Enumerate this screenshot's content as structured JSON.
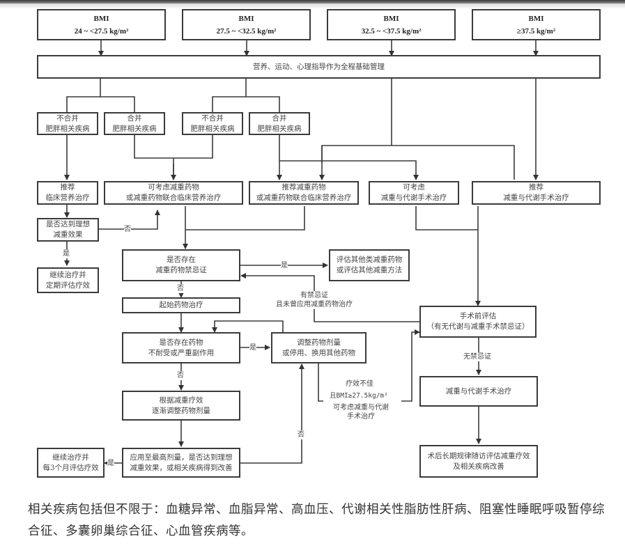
{
  "bmi_boxes": [
    {
      "title": "BMI",
      "range": "24 ~ <27.5 kg/m²"
    },
    {
      "title": "BMI",
      "range": "27.5 ~ <32.5 kg/m²"
    },
    {
      "title": "BMI",
      "range": "32.5 ~ <37.5 kg/m²"
    },
    {
      "title": "BMI",
      "range": "≥37.5 kg/m²"
    }
  ],
  "base_management": "营养、运动、心理指导作为全程基础管理",
  "comorbidity": {
    "no1": "不合并\n肥胖相关疾病",
    "yes1": "合并\n肥胖相关疾病",
    "no2": "不合并\n肥胖相关疾病",
    "yes2": "合并\n肥胖相关疾病"
  },
  "recommend_nutrition": "推荐\n临床营养治疗",
  "consider_drug": "可考虑减重药物\n或减重药物联合临床营养治疗",
  "recommend_drug": "推荐减重药物\n或减重药物联合临床营养治疗",
  "consider_surgery": "可考虑\n减重与代谢手术治疗",
  "recommend_surgery": "推荐\n减重与代谢手术治疗",
  "ideal_effect_q": "是否达到理想\n减重效果",
  "continue_periodic": "继续治疗并\n定期评估疗效",
  "contraindication_q": "是否存在\n减重药物禁忌证",
  "evaluate_other": "评估其他类减重药物\n或评估其他减重方法",
  "start_drug": "起始药物治疗",
  "intolerance_q": "是否存在药物\n不耐受或严重副作用",
  "adjust_dose": "调整药物剂量\n或停用、换用其他药物",
  "gradual_adjust": "根据减重疗效\n逐渐调整药物剂量",
  "max_dose_q": "应用至最高剂量，是否达到理想\n减重效果，或相关疾病得到改善",
  "continue_3m": "继续治疗并\n每3个月评估疗效",
  "preop_eval": "手术前评估\n（有无代谢与减重手术禁忌证）",
  "surgery": "减重与代谢手术治疗",
  "postop": "术后长期规律随访评估减重疗效\n及相关疾病改善",
  "labels": {
    "yes": "是",
    "no": "否",
    "has_contra": "有禁忌证\n且未曾应用减重药物治疗",
    "no_contra": "无禁忌证",
    "poor_effect_1": "疗效不佳",
    "poor_effect_2": "且BMI≥27.5kg/m²",
    "poor_effect_3": "可考虑减重与代谢\n手术治疗"
  },
  "footnote": "相关疾病包括但不限于：血糖异常、血脂异常、高血压、代谢相关性脂肪性肝病、阻塞性睡眠呼吸暂停综合征、多囊卵巢综合征、心血管疾病等。"
}
